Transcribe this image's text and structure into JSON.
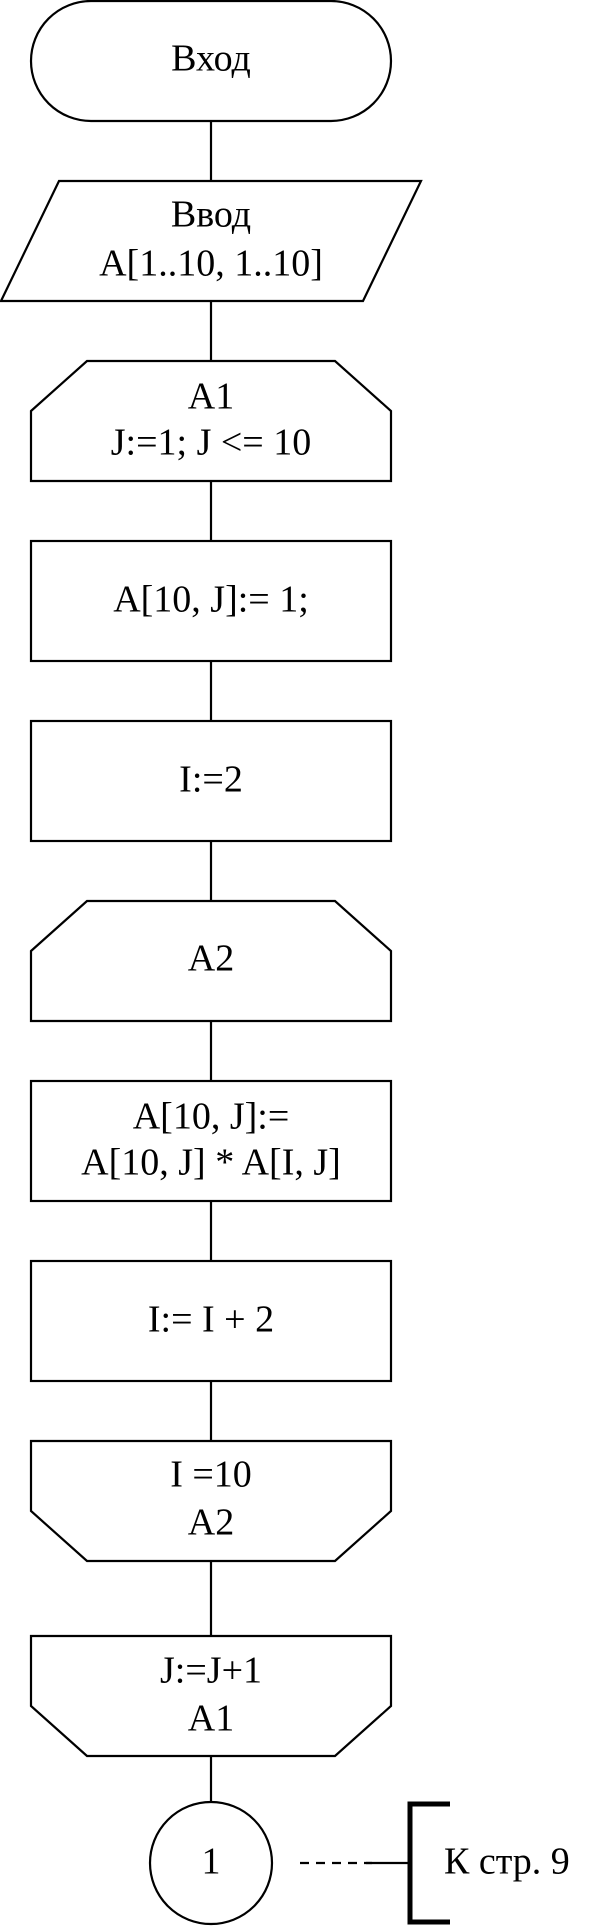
{
  "diagram": {
    "blocks": {
      "entry": {
        "line1": "Вход"
      },
      "input": {
        "line1": "Ввод",
        "line2": "A[1..10, 1..10]"
      },
      "loop_a1_start": {
        "line1": "A1",
        "line2": "J:=1; J <= 10"
      },
      "assign_a10j": {
        "line1": "A[10, J]:= 1;"
      },
      "assign_i": {
        "line1": "I:=2"
      },
      "loop_a2_start": {
        "line1": "A2"
      },
      "multiply": {
        "line1": "A[10, J]:=",
        "line2": "A[10, J] * A[I, J]"
      },
      "increment_i": {
        "line1": "I:= I + 2"
      },
      "loop_a2_end": {
        "line1": "I =10",
        "line2": "A2"
      },
      "loop_a1_end": {
        "line1": "J:=J+1",
        "line2": "A1"
      },
      "connector": {
        "line1": "1"
      }
    },
    "page_note": "К стр. 9"
  }
}
